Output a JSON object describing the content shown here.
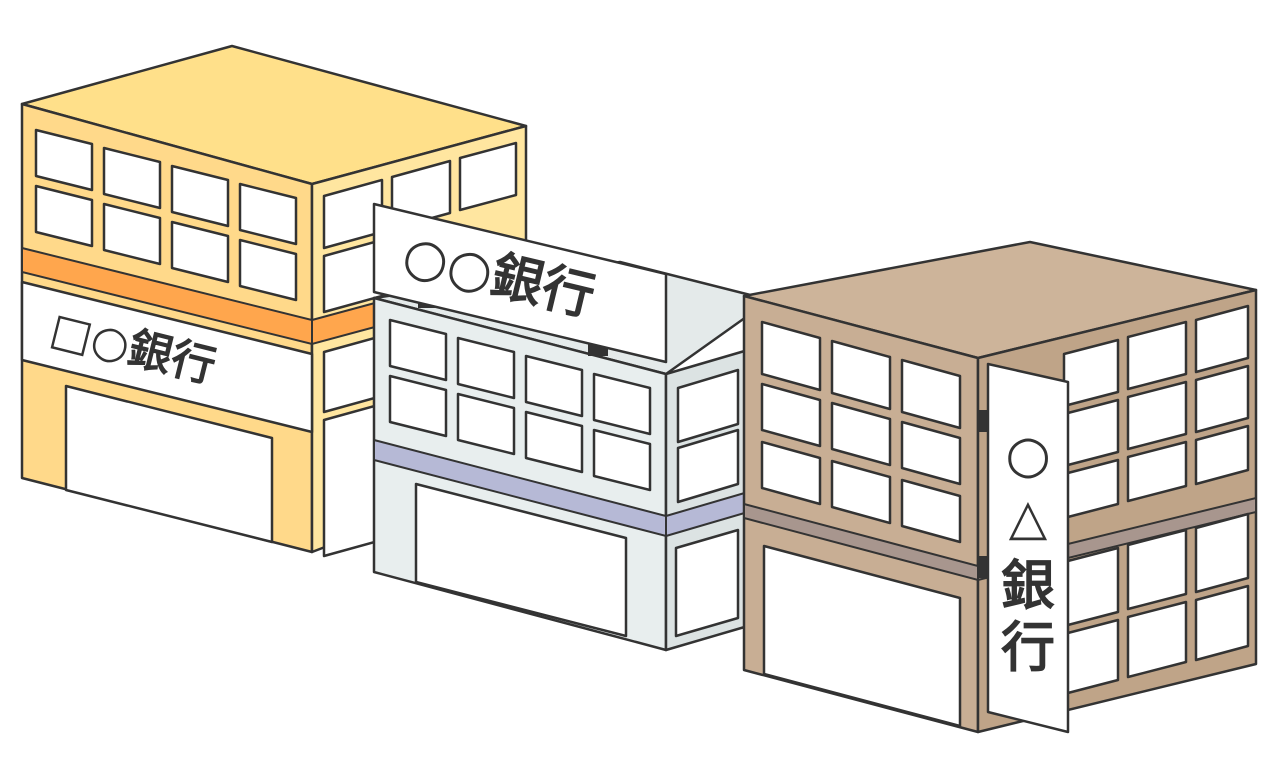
{
  "buildings": [
    {
      "id": "left",
      "sign_text": "□○銀行",
      "colors": {
        "roof": "#FFE08A",
        "front": "#FFD98A",
        "side": "#FFE6A0",
        "band": "#FFA64D"
      }
    },
    {
      "id": "middle",
      "sign_text": "○○銀行",
      "colors": {
        "roof": "#E4EAEA",
        "front": "#E8EEEE",
        "side": "#DCE3E3",
        "band": "#B6B9D6"
      }
    },
    {
      "id": "right",
      "sign_text_lines": [
        "○",
        "△",
        "銀",
        "行"
      ],
      "colors": {
        "roof": "#CDB49A",
        "front": "#C8AE94",
        "side": "#BFA488",
        "band": "#A8968E"
      }
    }
  ]
}
